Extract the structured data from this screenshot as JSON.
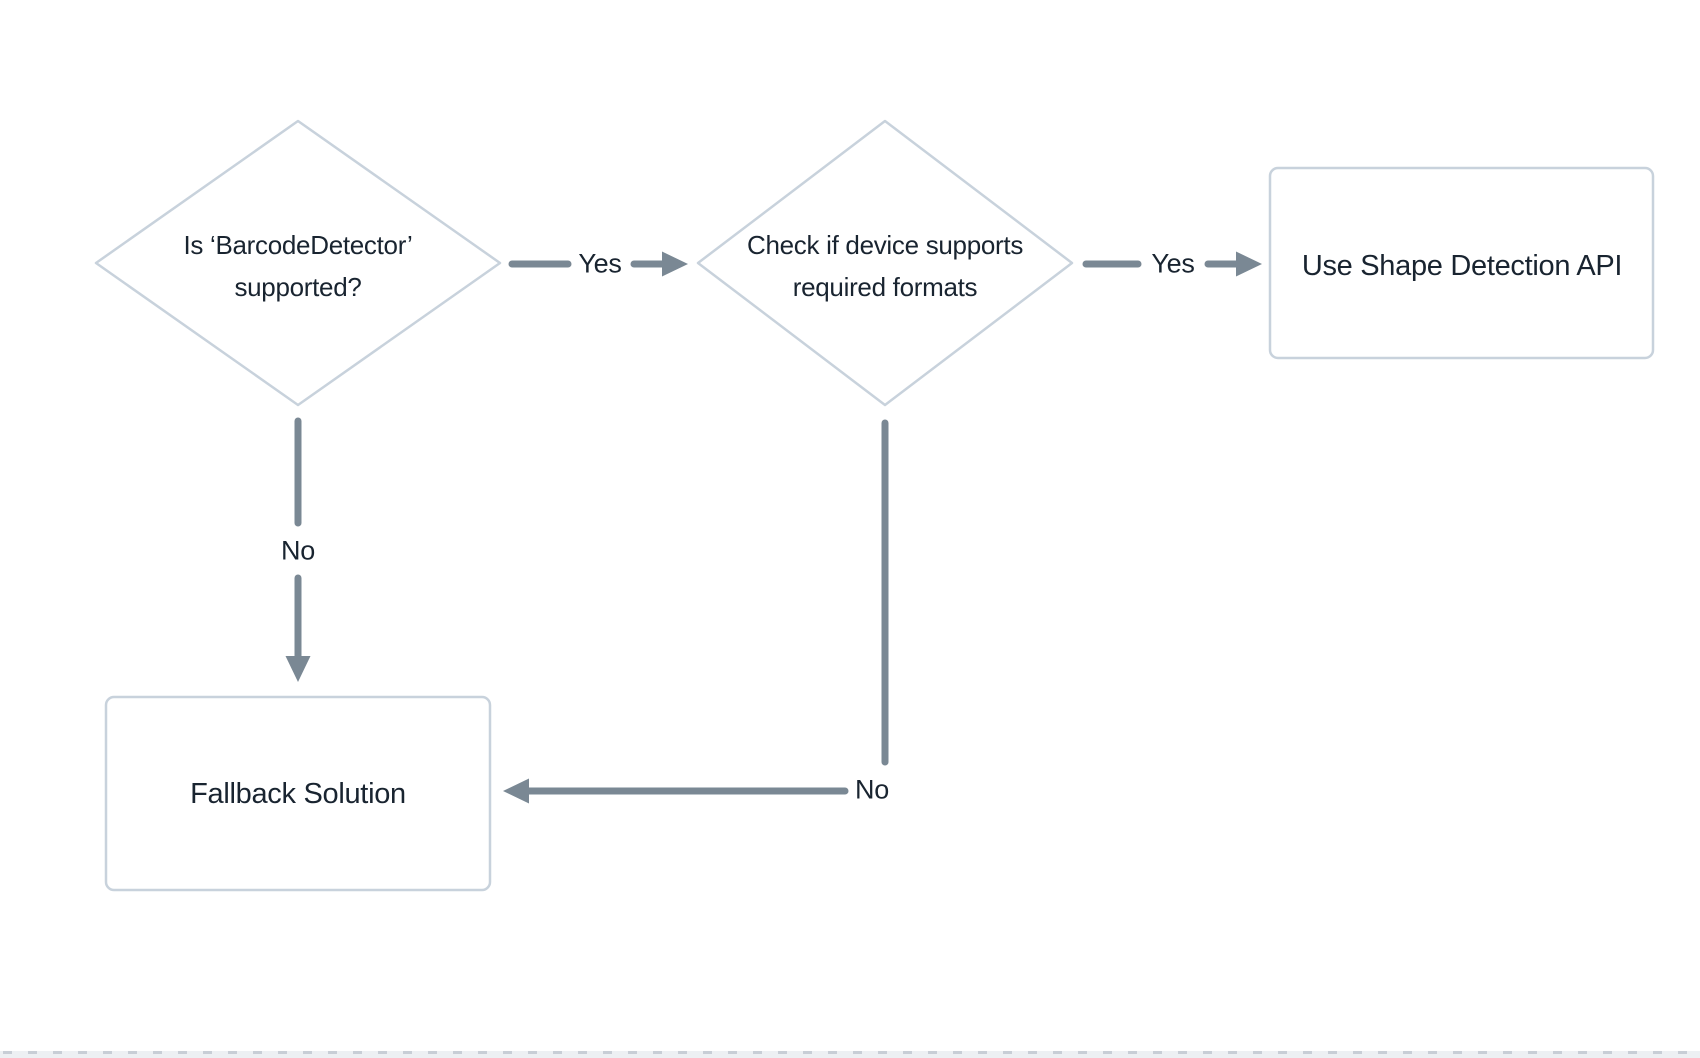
{
  "diagram": {
    "type": "flowchart",
    "direction": "left-to-right",
    "nodes": [
      {
        "id": "check-barcode-detector",
        "shape": "diamond",
        "label": "Is ‘BarcodeDetector’ supported?"
      },
      {
        "id": "check-required-formats",
        "shape": "diamond",
        "label": "Check if device supports required formats"
      },
      {
        "id": "use-shape-detection-api",
        "shape": "rect",
        "label": "Use Shape Detection API"
      },
      {
        "id": "fallback-solution",
        "shape": "rect",
        "label": "Fallback Solution"
      }
    ],
    "edges": [
      {
        "from": "check-barcode-detector",
        "to": "check-required-formats",
        "label": "Yes"
      },
      {
        "from": "check-required-formats",
        "to": "use-shape-detection-api",
        "label": "Yes"
      },
      {
        "from": "check-barcode-detector",
        "to": "fallback-solution",
        "label": "No"
      },
      {
        "from": "check-required-formats",
        "to": "fallback-solution",
        "label": "No"
      }
    ],
    "colors": {
      "background": "#ffffff",
      "node_fill": "#ffffff",
      "node_border": "#c8d2dc",
      "edge": "#7a8894",
      "text": "#192430",
      "bottom_strip": "#edf0f3",
      "bottom_strip_dash": "#c8ced6"
    }
  }
}
